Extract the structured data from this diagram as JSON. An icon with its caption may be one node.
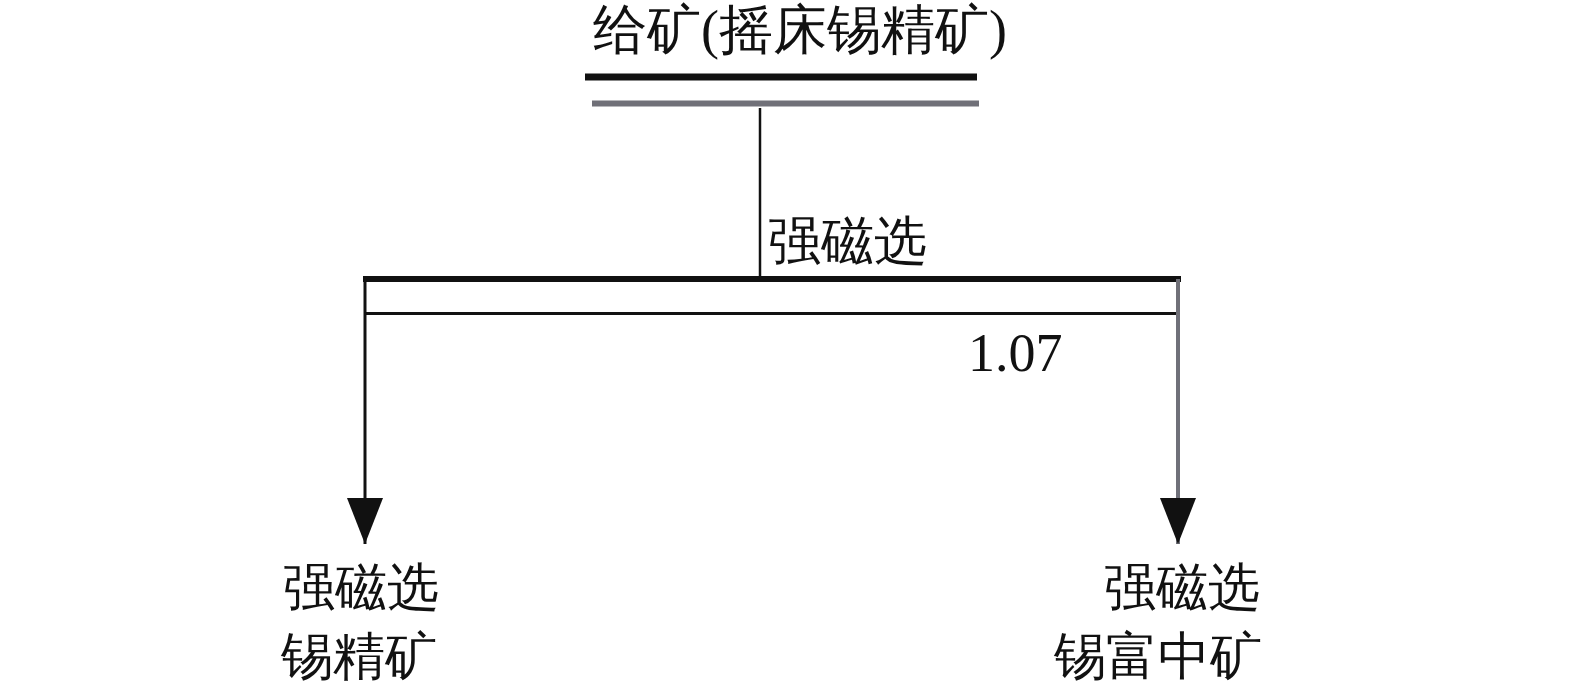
{
  "diagram": {
    "nodes": [
      {
        "text": [
          "给矿(摇床锡精矿)"
        ]
      },
      {
        "text": [
          "强磁选"
        ]
      },
      {
        "text": [
          "强磁选",
          "锡精矿"
        ]
      },
      {
        "text": [
          "强磁选",
          "锡富中矿"
        ]
      }
    ],
    "edges": [
      {
        "from": 0,
        "to": 1,
        "arrow": "none"
      },
      {
        "from": 1,
        "to": 2,
        "arrow": "to"
      },
      {
        "from": 1,
        "to": 3,
        "arrow": "to",
        "color": "#6f7079"
      }
    ],
    "labels": [
      "1.07"
    ]
  }
}
